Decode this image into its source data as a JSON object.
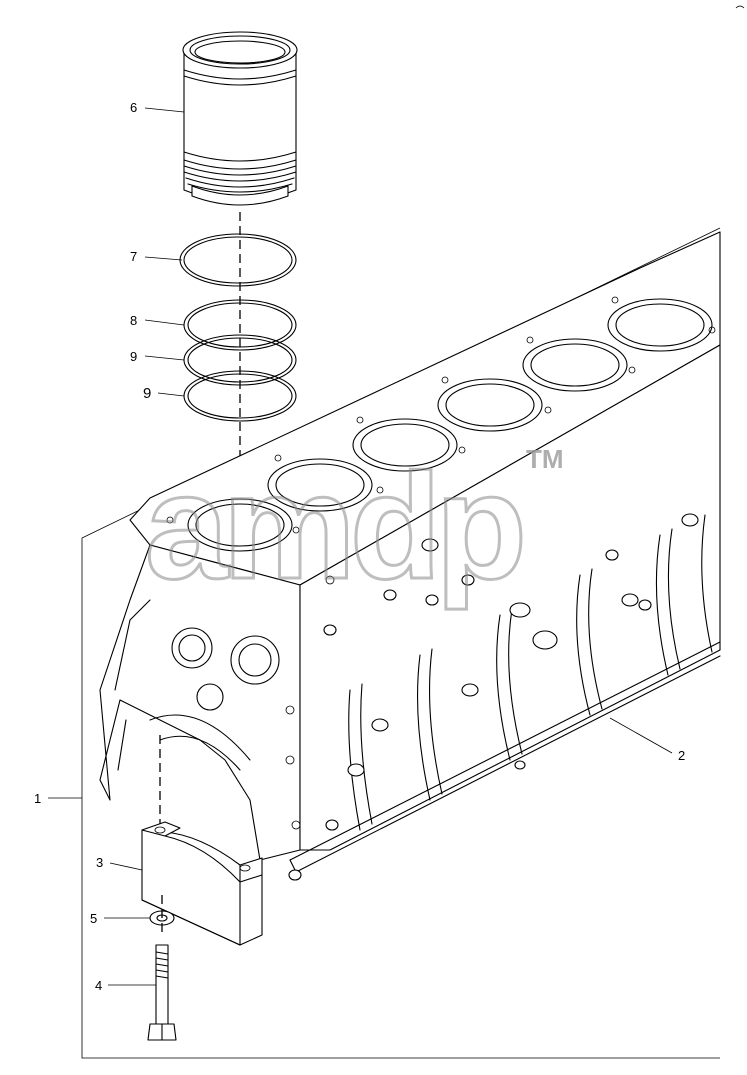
{
  "callouts": [
    {
      "id": "1",
      "label": "1"
    },
    {
      "id": "2",
      "label": "2"
    },
    {
      "id": "3",
      "label": "3"
    },
    {
      "id": "4",
      "label": "4"
    },
    {
      "id": "5",
      "label": "5"
    },
    {
      "id": "6",
      "label": "6"
    },
    {
      "id": "7",
      "label": "7"
    },
    {
      "id": "8",
      "label": "8"
    },
    {
      "id": "9a",
      "label": "9"
    },
    {
      "id": "9b",
      "label": "9"
    }
  ],
  "watermark": {
    "text": "amdp",
    "tm": "TM"
  },
  "colors": {
    "line": "#000000",
    "background": "#ffffff",
    "watermark": "#8a8a8a"
  }
}
